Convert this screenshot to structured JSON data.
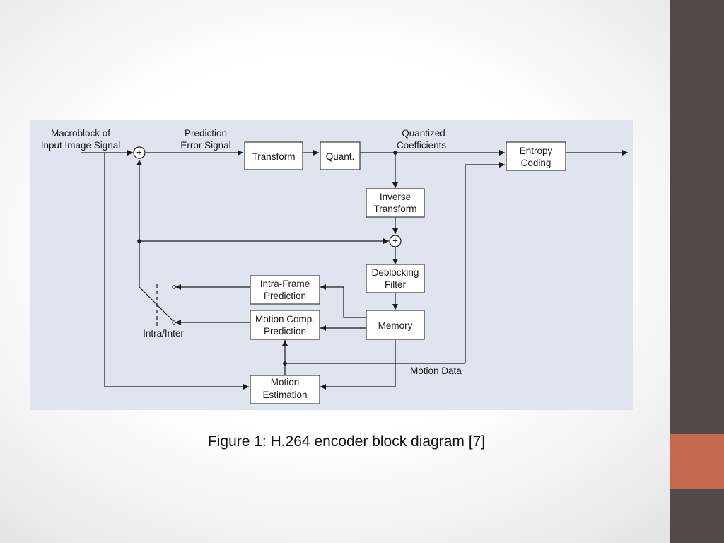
{
  "diagram": {
    "labels": {
      "input_line1": "Macroblock of",
      "input_line2": "Input Image Signal",
      "pred_err_line1": "Prediction",
      "pred_err_line2": "Error Signal",
      "quant_coef_line1": "Quantized",
      "quant_coef_line2": "Coefficients",
      "intra_inter": "Intra/Inter",
      "motion_data": "Motion Data",
      "sum_sign": "+"
    },
    "blocks": {
      "transform": [
        "Transform"
      ],
      "quant": [
        "Quant."
      ],
      "entropy": [
        "Entropy",
        "Coding"
      ],
      "inverse_transform": [
        "Inverse",
        "Transform"
      ],
      "deblocking": [
        "Deblocking",
        "Filter"
      ],
      "intra_pred": [
        "Intra-Frame",
        "Prediction"
      ],
      "motion_comp": [
        "Motion Comp.",
        "Prediction"
      ],
      "memory": [
        "Memory"
      ],
      "motion_est": [
        "Motion",
        "Estimation"
      ]
    }
  },
  "caption": "Figure 1: H.264 encoder block diagram [7]",
  "colors": {
    "sidebar": "#534946",
    "sidebar_accent": "#c5694e",
    "diagram_background": "#dfe4ee"
  }
}
